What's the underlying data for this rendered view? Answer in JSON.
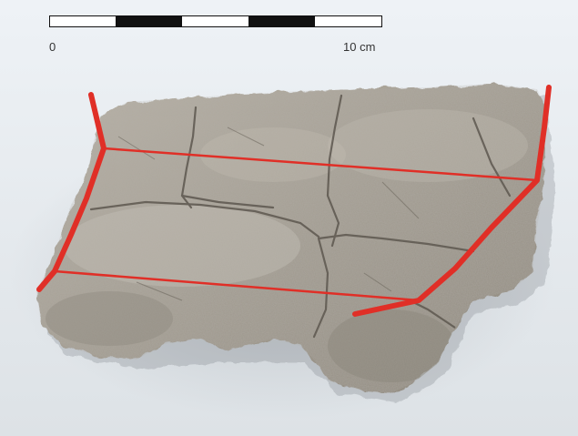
{
  "scale": {
    "start_label": "0",
    "end_label": "10 cm",
    "segments": 5,
    "colors": {
      "dark": "#111111",
      "light": "#ffffff"
    }
  },
  "artifact": {
    "icon": "pottery-fragment-photo",
    "colors": {
      "surface": "#a59f94",
      "shadow": "#7e786e",
      "highlight": "#c2bdb3",
      "annotation": "#e02f27"
    }
  },
  "background": {
    "color_top": "#eef2f6",
    "color_bottom": "#dfe4e8"
  }
}
